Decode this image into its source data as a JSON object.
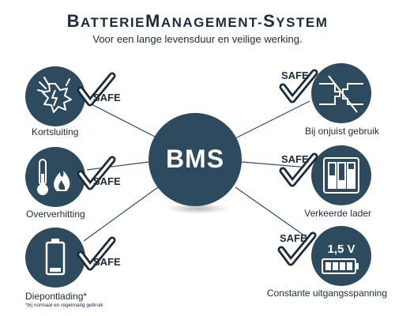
{
  "header": {
    "title_parts": [
      {
        "text": "B",
        "cap": true
      },
      {
        "text": "ATTERIE",
        "cap": false
      },
      {
        "text": "M",
        "cap": true
      },
      {
        "text": "ANAGEMENT-",
        "cap": false
      },
      {
        "text": "S",
        "cap": true
      },
      {
        "text": "YSTEM",
        "cap": false
      }
    ],
    "subtitle": "Voor een lange levensduur en veilige werking."
  },
  "center": {
    "label": "BMS"
  },
  "nodes": [
    {
      "label": "Kortsluiting",
      "icon": "short-circuit-icon",
      "safe": "SAFE"
    },
    {
      "label": "Oververhitting",
      "icon": "thermometer-flame-icon",
      "safe": "SAFE"
    },
    {
      "label": "Diepontlading*",
      "icon": "low-battery-icon",
      "safe": "SAFE",
      "footnote": "*bij normaal en regelmatig gebruik"
    },
    {
      "label": "Bij onjuist gebruik",
      "icon": "wrong-connection-icon",
      "safe": "SAFE"
    },
    {
      "label": "Verkeerde lader",
      "icon": "charger-cells-icon",
      "safe": "SAFE"
    },
    {
      "label": "Constante uitgangsspanning",
      "icon": "voltage-battery-icon",
      "safe": "SAFE",
      "voltage": "1,5 V"
    }
  ],
  "colors": {
    "primary": "#2d4a5f",
    "text": "#1c2b3a",
    "line": "#2d4a5f"
  }
}
